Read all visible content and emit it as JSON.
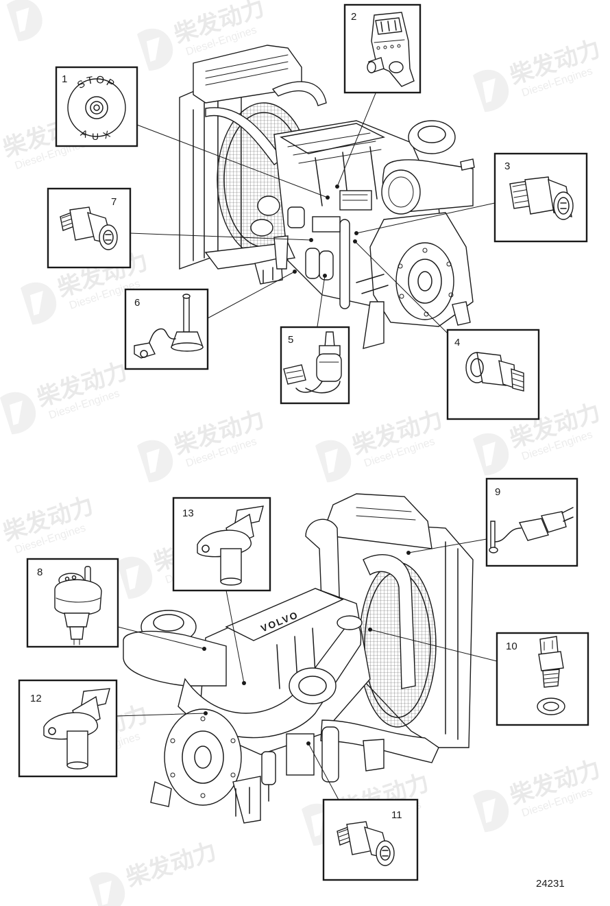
{
  "watermark": {
    "brand_cn": "柴发动力",
    "brand_en": "Diesel-Engines"
  },
  "figure_number": "24231",
  "stop_aux_label": {
    "top": "STOP",
    "bottom": "AUX"
  },
  "engine_brand": "VOLVO",
  "callouts": [
    "1",
    "2",
    "3",
    "4",
    "5",
    "6",
    "7",
    "8",
    "9",
    "10",
    "11",
    "12",
    "13"
  ]
}
